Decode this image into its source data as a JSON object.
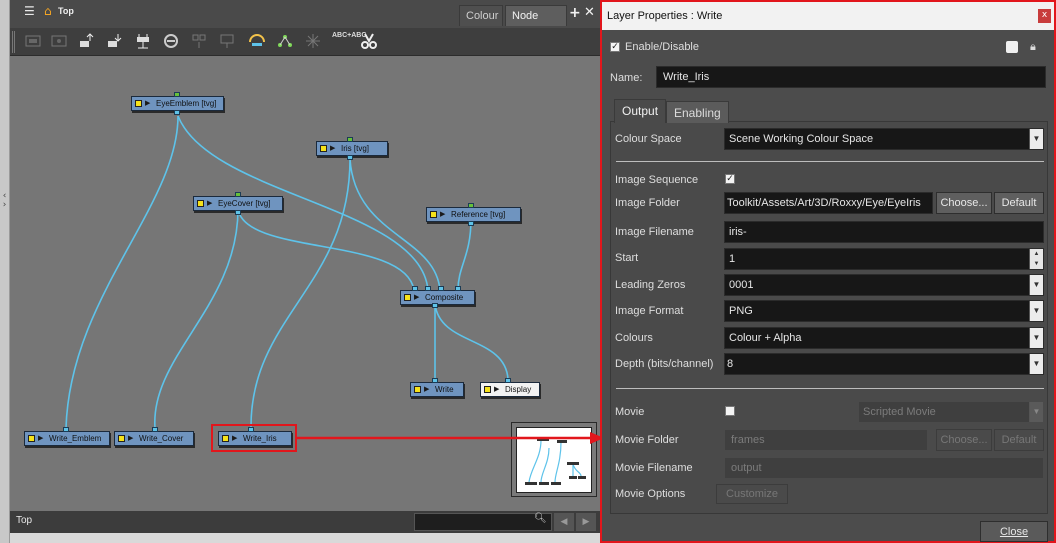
{
  "node_view": {
    "breadcrumb_top": "Top",
    "tabs": {
      "colour": "Colour",
      "node_view": "Node View"
    },
    "nodes": {
      "eye_emblem": "EyeEmblem [tvg]",
      "iris": "Iris [tvg]",
      "eye_cover": "EyeCover [tvg]",
      "reference": "Reference [tvg]",
      "composite": "Composite",
      "write": "Write",
      "display": "Display",
      "write_emblem": "Write_Emblem",
      "write_cover": "Write_Cover",
      "write_iris": "Write_Iris"
    },
    "bottom_crumb": "Top",
    "toolbar_text_icon": "ABC+ABC"
  },
  "layer_properties": {
    "title": "Layer Properties : Write",
    "enable_label": "Enable/Disable",
    "name_label": "Name:",
    "name_value": "Write_Iris",
    "tabs": {
      "output": "Output",
      "enabling": "Enabling"
    },
    "colour_space_label": "Colour Space",
    "colour_space_value": "Scene Working Colour Space",
    "image_sequence_label": "Image Sequence",
    "image_folder_label": "Image Folder",
    "image_folder_value": "Toolkit/Assets/Art/3D/Roxxy/Eye/EyeIris",
    "choose_label": "Choose...",
    "default_label": "Default",
    "image_filename_label": "Image Filename",
    "image_filename_value": "iris-",
    "start_label": "Start",
    "start_value": "1",
    "leading_zeros_label": "Leading Zeros",
    "leading_zeros_value": "0001",
    "image_format_label": "Image Format",
    "image_format_value": "PNG",
    "colours_label": "Colours",
    "colours_value": "Colour + Alpha",
    "depth_label": "Depth (bits/channel)",
    "depth_value": "8",
    "movie_label": "Movie",
    "movie_type_value": "Scripted Movie",
    "movie_folder_label": "Movie Folder",
    "movie_folder_value": "frames",
    "movie_filename_label": "Movie Filename",
    "movie_filename_value": "output",
    "movie_options_label": "Movie Options",
    "customize_label": "Customize",
    "close_label": "Close"
  },
  "colors": {
    "accent_red": "#e2161c",
    "node_blue": "#6f94bf",
    "wire_cyan": "#5ec3ea"
  }
}
